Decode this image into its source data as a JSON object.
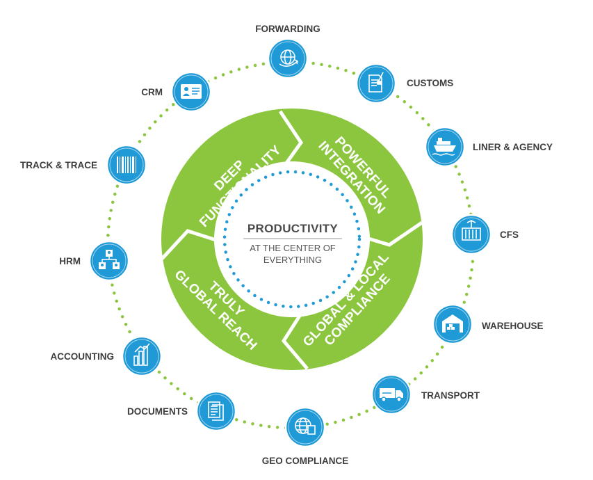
{
  "center": {
    "title": "PRODUCTIVITY",
    "subtitle_line1": "AT THE CENTER OF",
    "subtitle_line2": "EVERYTHING"
  },
  "segments": {
    "deep_functionality": [
      "DEEP",
      "FUNCTIONALITY"
    ],
    "powerful_integration": [
      "POWERFUL",
      "INTEGRATION"
    ],
    "global_local_compliance": [
      "GLOBAL & LOCAL",
      "COMPLIANCE"
    ],
    "truly_global_reach": [
      "TRULY",
      "GLOBAL REACH"
    ]
  },
  "modules": [
    {
      "label": "FORWARDING",
      "icon": "globe-arrow-icon"
    },
    {
      "label": "CUSTOMS",
      "icon": "document-stamp-icon"
    },
    {
      "label": "LINER & AGENCY",
      "icon": "ship-icon"
    },
    {
      "label": "CFS",
      "icon": "container-crane-icon"
    },
    {
      "label": "WAREHOUSE",
      "icon": "warehouse-icon"
    },
    {
      "label": "TRANSPORT",
      "icon": "truck-icon"
    },
    {
      "label": "GEO COMPLIANCE",
      "icon": "globe-document-icon"
    },
    {
      "label": "DOCUMENTS",
      "icon": "documents-icon"
    },
    {
      "label": "ACCOUNTING",
      "icon": "bar-chart-icon"
    },
    {
      "label": "HRM",
      "icon": "org-chart-icon"
    },
    {
      "label": "TRACK & TRACE",
      "icon": "barcode-icon"
    },
    {
      "label": "CRM",
      "icon": "id-card-icon"
    }
  ],
  "colors": {
    "green": "#8cc63f",
    "blue": "#1f9ad6",
    "dot_green": "#8cc63f",
    "dot_blue": "#1f9ad6"
  }
}
